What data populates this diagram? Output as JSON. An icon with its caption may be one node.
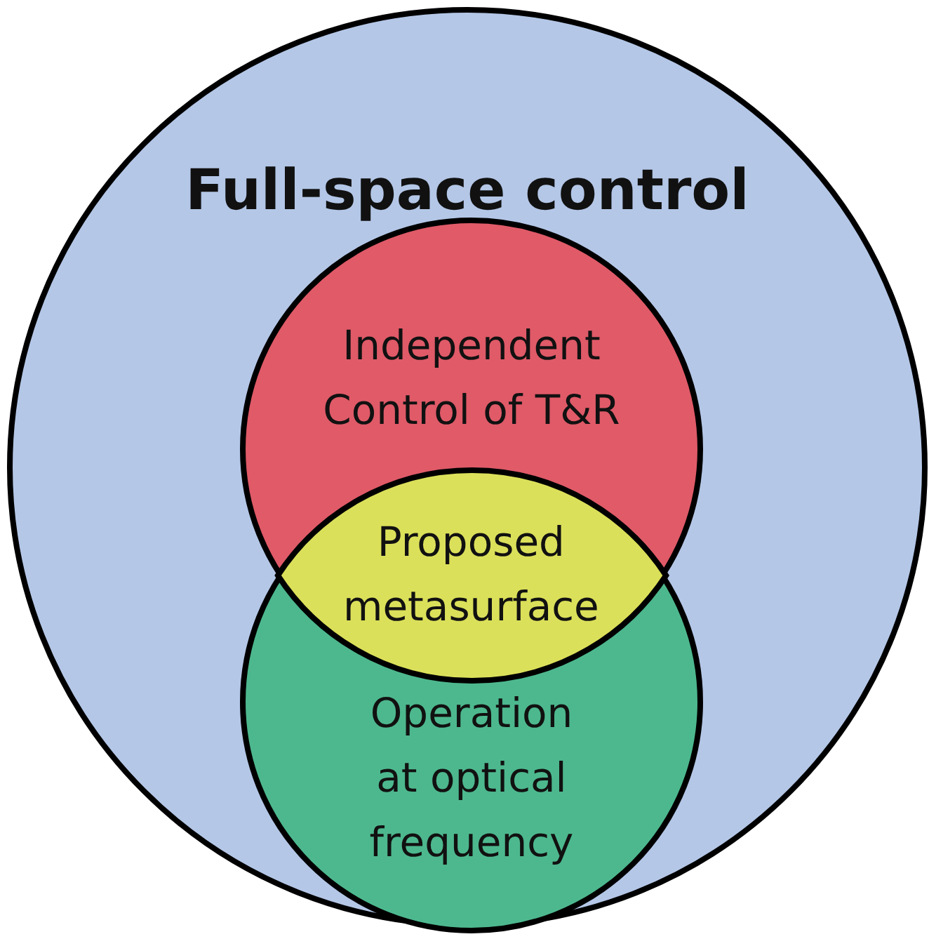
{
  "diagram": {
    "nodes": [
      {
        "text": [
          "Full-space control"
        ]
      },
      {
        "text": [
          "Independent Control of T&R"
        ],
        "in": 0
      },
      {
        "text": [
          "Proposed metasurface"
        ]
      },
      {
        "text": [
          "Operation at optical frequency"
        ],
        "in": 0
      }
    ],
    "edges": []
  }
}
